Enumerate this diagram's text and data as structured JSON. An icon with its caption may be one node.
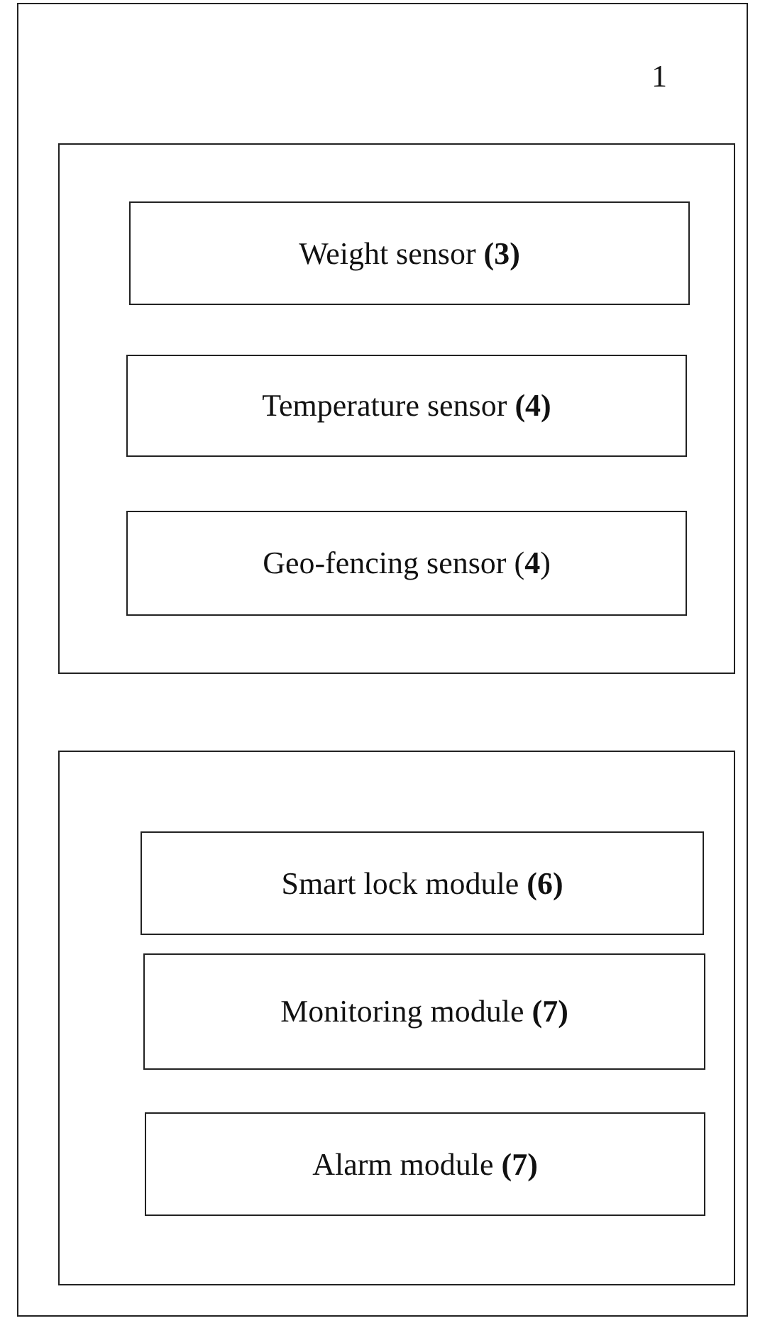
{
  "diagram": {
    "nodes": [
      {
        "text": [
          "1"
        ]
      },
      {
        "text": [],
        "shape": "box",
        "in": 0
      },
      {
        "text": [
          "Weight sensor **(3)**"
        ],
        "in": 1
      },
      {
        "text": [
          "Temperature sensor **(4)**"
        ],
        "in": 1
      },
      {
        "text": [
          "Geo-fencing sensor (**4**)"
        ],
        "in": 1
      },
      {
        "text": [],
        "shape": "box",
        "in": 0
      },
      {
        "text": [
          "Smart lock module **(6)**"
        ],
        "in": 5
      },
      {
        "text": [
          "Monitoring module **(7)**"
        ],
        "in": 5
      },
      {
        "text": [
          "Alarm module **(7)**"
        ],
        "in": 5
      }
    ]
  }
}
